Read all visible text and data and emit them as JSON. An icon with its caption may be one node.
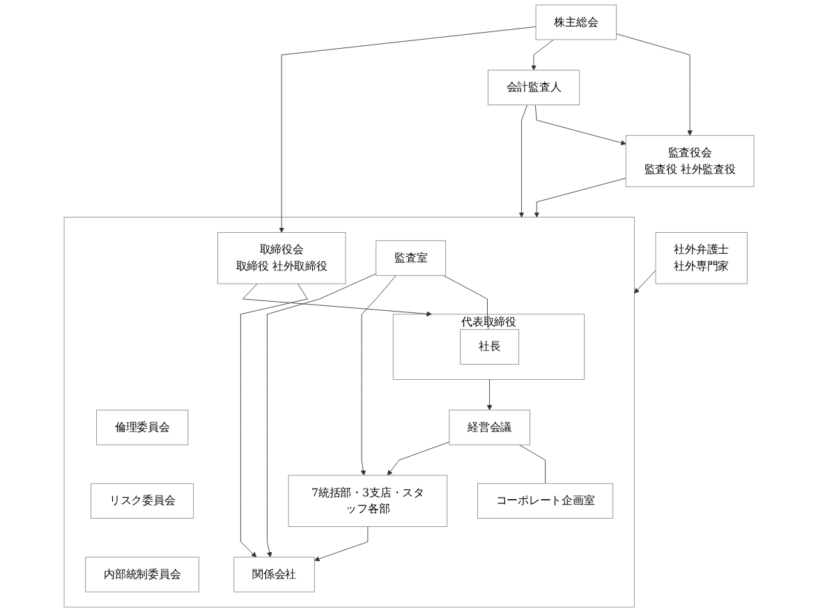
{
  "diagram": {
    "nodes": [
      {
        "text": [
          "株主総会"
        ]
      },
      {
        "text": [
          "監査役会",
          "監査役 社外監査役"
        ]
      },
      {
        "text": [
          "会計監査人"
        ]
      },
      {
        "text": [
          "社外弁護士",
          "社外専門家"
        ]
      },
      {
        "text": [],
        "shape": "box"
      },
      {
        "text": [
          "取締役会",
          "取締役 社外取締役"
        ],
        "in": 4
      },
      {
        "text": [
          "倫理委員会"
        ],
        "in": 4
      },
      {
        "text": [
          "リスク委員会"
        ],
        "in": 4
      },
      {
        "text": [
          "代表取締役"
        ],
        "in": 4
      },
      {
        "text": [
          "社長"
        ],
        "in": 8
      },
      {
        "text": [
          "監査室"
        ],
        "in": 4
      },
      {
        "text": [
          "内部統制委員会"
        ],
        "in": 4
      },
      {
        "text": [
          "経営会議"
        ],
        "in": 4
      },
      {
        "text": [
          "コーポレート企画室"
        ],
        "in": 4
      },
      {
        "text": [
          "7統括部・3支店・スタッフ各部"
        ],
        "in": 4
      },
      {
        "text": [
          "関係会社"
        ],
        "in": 4
      }
    ],
    "edges": [
      {
        "from": 0,
        "to": 1,
        "arrow": "to"
      },
      {
        "from": 0,
        "to": 2,
        "arrow": "to"
      },
      {
        "from": 0,
        "to": 5,
        "arrow": "to"
      },
      {
        "from": 2,
        "to": 1,
        "arrow": "to"
      },
      {
        "from": 1,
        "to": 4,
        "arrow": "to"
      },
      {
        "from": 2,
        "to": 4,
        "arrow": "to"
      },
      {
        "from": 3,
        "to": 4,
        "arrow": "to"
      },
      {
        "from": 5,
        "to": 8,
        "arrow": "to"
      },
      {
        "from": 5,
        "to": 15,
        "arrow": "to"
      },
      {
        "from": 10,
        "to": 9,
        "arrow": "none"
      },
      {
        "from": 8,
        "to": 12,
        "arrow": "to"
      },
      {
        "from": 12,
        "to": 13,
        "arrow": "none"
      },
      {
        "from": 12,
        "to": 14,
        "arrow": "to"
      },
      {
        "from": 10,
        "to": 14,
        "arrow": "to"
      },
      {
        "from": 14,
        "to": 15,
        "arrow": "to"
      },
      {
        "from": 10,
        "to": 15,
        "arrow": "to"
      }
    ]
  }
}
